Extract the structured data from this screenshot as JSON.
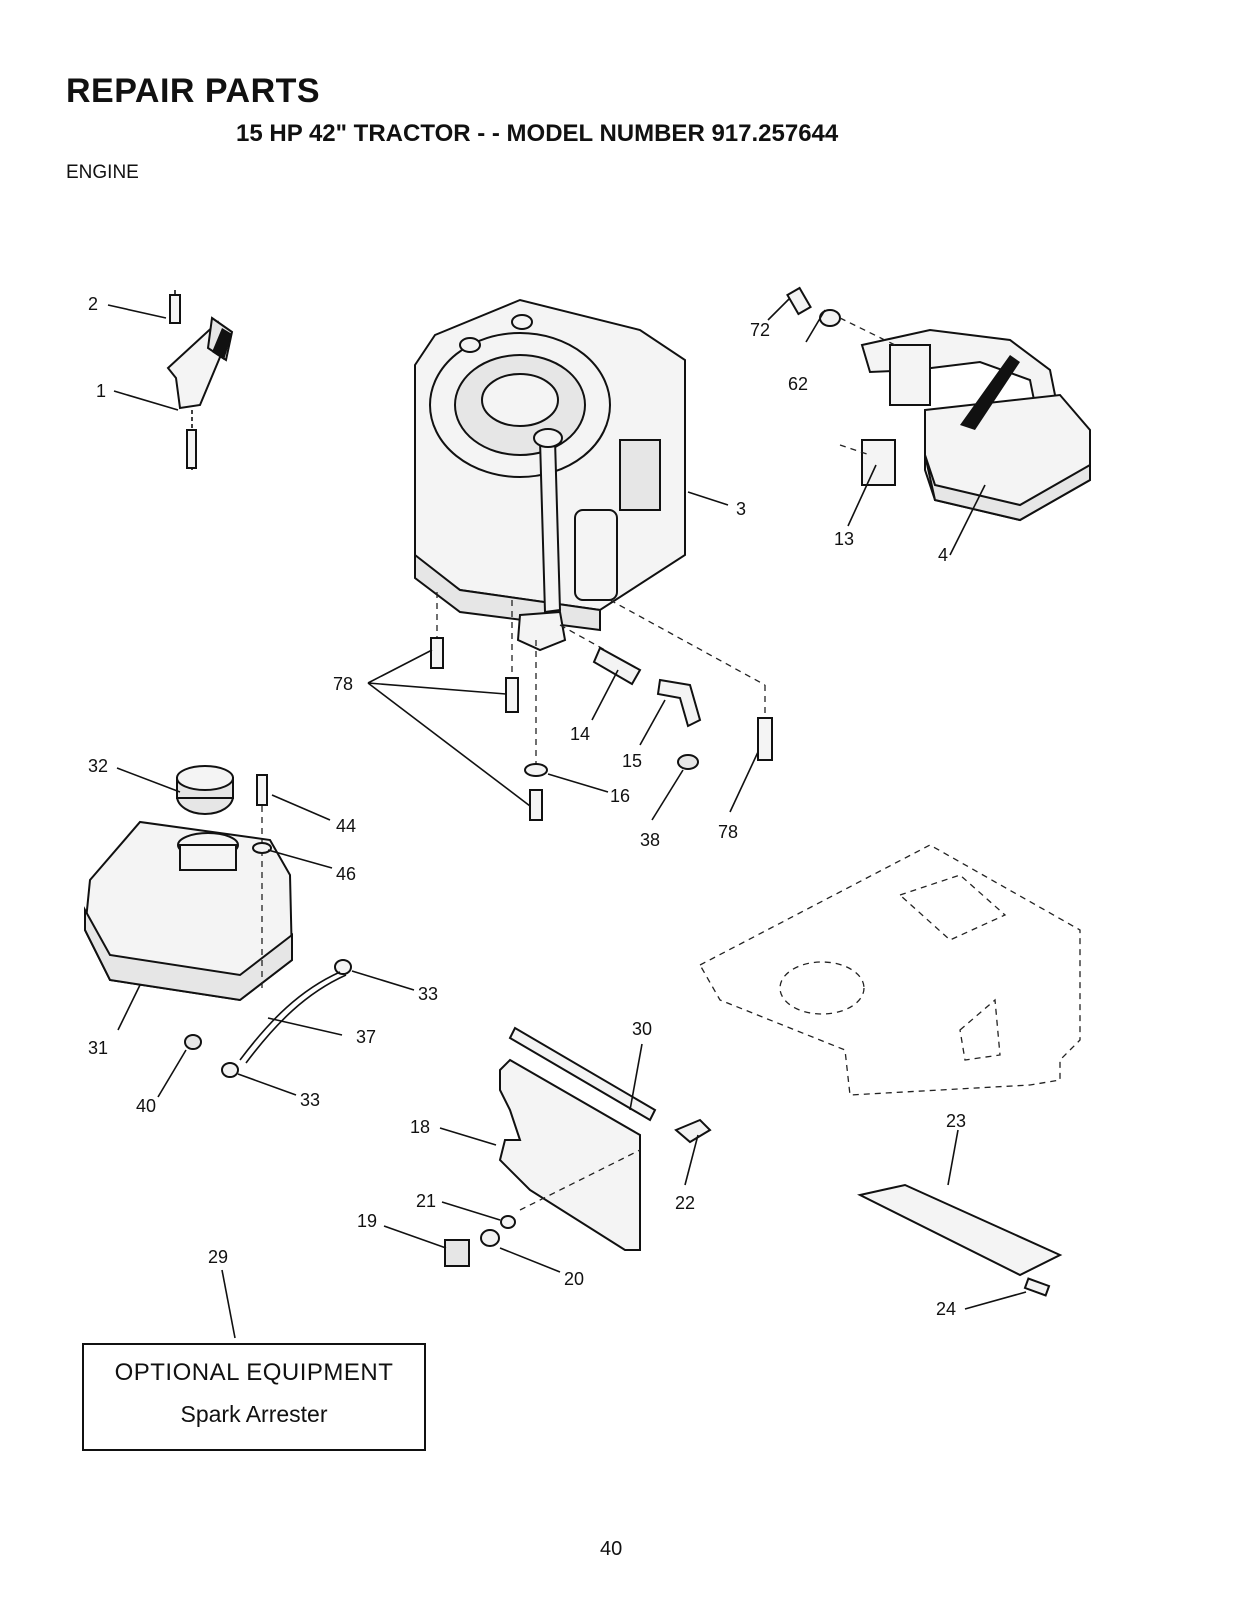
{
  "header": {
    "title": "REPAIR PARTS",
    "subtitle": "15 HP 42\" TRACTOR - - MODEL NUMBER 917.257644",
    "section": "ENGINE"
  },
  "callouts": [
    "1",
    "2",
    "3",
    "4",
    "13",
    "14",
    "15",
    "16",
    "18",
    "19",
    "20",
    "21",
    "22",
    "23",
    "24",
    "29",
    "30",
    "31",
    "32",
    "33",
    "33",
    "37",
    "38",
    "40",
    "44",
    "46",
    "62",
    "72",
    "78",
    "78"
  ],
  "optional_equipment": {
    "title": "OPTIONAL EQUIPMENT",
    "item": "Spark Arrester"
  },
  "page_number": "40"
}
